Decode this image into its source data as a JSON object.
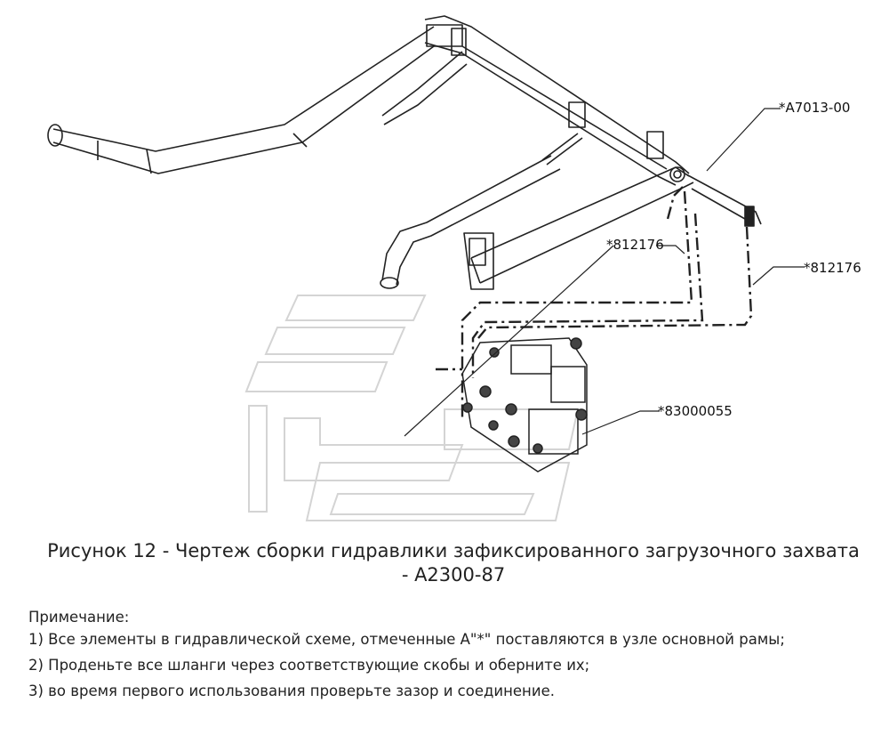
{
  "callouts": {
    "a7013": "*A7013-00",
    "p812176_left": "*812176",
    "p812176_right": "*812176",
    "p83000055": "*83000055"
  },
  "caption": {
    "line1": "Рисунок 12 - Чертеж сборки гидравлики зафиксированного загрузочного захвата",
    "line2": "- A2300-87"
  },
  "notes": {
    "title": "Примечание:",
    "items": [
      "1) Все элементы в гидравлической схеме, отмеченные A\"*\" поставляются в узле основной рамы;",
      "2) Проденьте все шланги через соответствующие скобы и оберните их;",
      "3) во время первого использования проверьте зазор и соединение."
    ]
  },
  "colors": {
    "line": "#222222",
    "watermark": "#d9d9d9",
    "text": "#222222"
  }
}
